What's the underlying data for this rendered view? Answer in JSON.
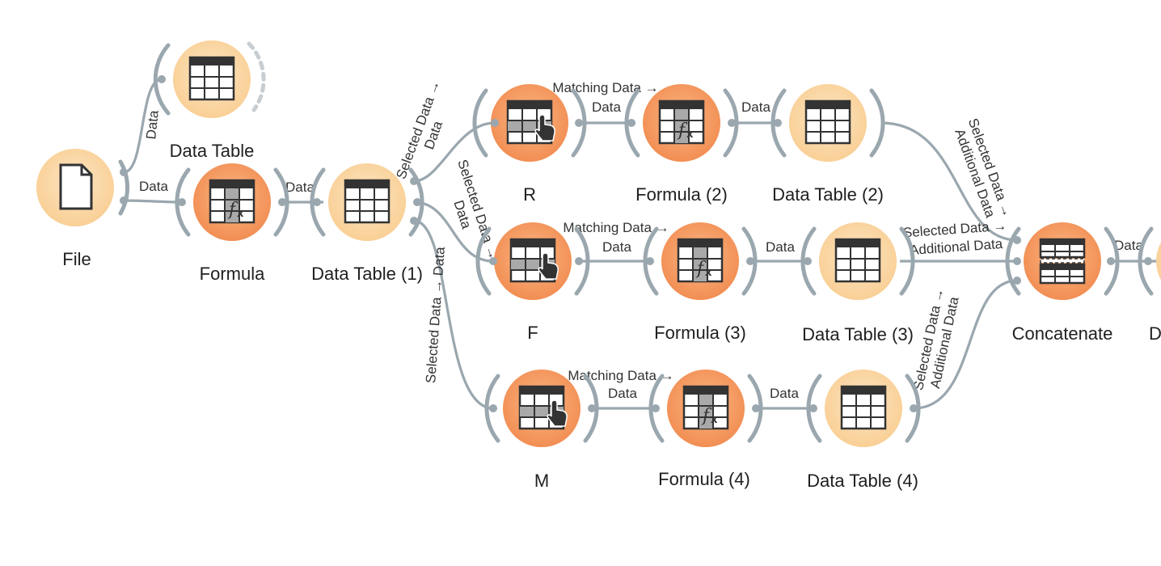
{
  "nodes": {
    "file": {
      "title": "File",
      "icon": "file-icon"
    },
    "data_table_top": {
      "title": "Data Table",
      "icon": "table-icon"
    },
    "formula": {
      "title": "Formula",
      "icon": "formula-icon"
    },
    "data_table_1": {
      "title": "Data Table (1)",
      "icon": "table-icon"
    },
    "r": {
      "title": "R",
      "icon": "select-rows-icon"
    },
    "formula_2": {
      "title": "Formula (2)",
      "icon": "formula-icon"
    },
    "data_table_2": {
      "title": "Data Table (2)",
      "icon": "table-icon"
    },
    "f": {
      "title": "F",
      "icon": "select-rows-icon"
    },
    "formula_3": {
      "title": "Formula (3)",
      "icon": "formula-icon"
    },
    "data_table_3": {
      "title": "Data Table (3)",
      "icon": "table-icon"
    },
    "m": {
      "title": "M",
      "icon": "select-rows-icon"
    },
    "formula_4": {
      "title": "Formula (4)",
      "icon": "formula-icon"
    },
    "data_table_4": {
      "title": "Data Table (4)",
      "icon": "table-icon"
    },
    "concatenate": {
      "title": "Concatenate",
      "icon": "concatenate-icon"
    },
    "data_table_5": {
      "title": "Dat",
      "icon": "table-icon"
    }
  },
  "links": {
    "file_to_data_table": "Data",
    "file_to_formula": "Data",
    "formula_to_data_table_1": "Data",
    "dt1_to_r": [
      "Selected Data →",
      "Data"
    ],
    "dt1_to_f": [
      "Selected Data →",
      "Data"
    ],
    "dt1_to_m": "Selected Data → Data",
    "r_to_formula_2": [
      "Matching Data →",
      "Data"
    ],
    "formula_2_to_dt2": "Data",
    "dt2_to_concat": [
      "Selected Data →",
      "Additional Data"
    ],
    "f_to_formula_3": [
      "Matching Data →",
      "Data"
    ],
    "formula_3_to_dt3": "Data",
    "dt3_to_concat": [
      "Selected Data →",
      "Additional Data"
    ],
    "m_to_formula_4": [
      "Matching Data →",
      "Data"
    ],
    "formula_4_to_dt4": "Data",
    "dt4_to_concat": [
      "Selected Data →",
      "Additional Data"
    ],
    "concat_to_dt5": "Data"
  },
  "colors": {
    "node_light": "#fcd9a9",
    "node_dark": "#f7a468",
    "link": "#9aa7ae"
  }
}
